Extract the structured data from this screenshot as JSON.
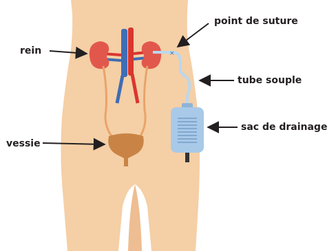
{
  "labels": {
    "kidney": "rein",
    "bladder": "vessie",
    "suture_point": "point de suture",
    "flexible_tube": "tube souple",
    "drainage_bag": "sac de drainage"
  },
  "colors": {
    "skin": "#f5cfa6",
    "kidney": "#e2574c",
    "aorta": "#d9362f",
    "vena_cava": "#3f6db4",
    "ureter": "#e8a46a",
    "bladder": "#c98445",
    "tube": "#b9d8ef",
    "bag": "#a8c9e8",
    "arrow": "#231f20"
  }
}
